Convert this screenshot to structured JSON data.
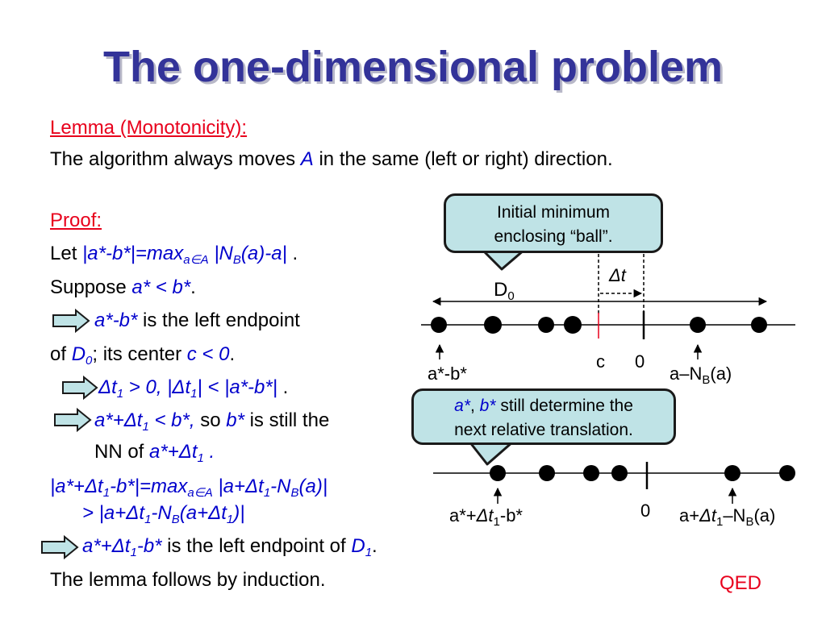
{
  "slide": {
    "title": "The one-dimensional problem",
    "lemma_heading": "Lemma (Monotonicity):",
    "lemma_prefix": "The algorithm always moves ",
    "lemma_var": "A",
    "lemma_suffix": " in the same (left or right) direction.",
    "proof_heading": "Proof:",
    "qed": "QED"
  },
  "proof": {
    "let_prefix": "Let ",
    "let_formula": "|a*-b*|=max",
    "let_sub": "a∈A",
    "let_nb": " |N",
    "let_nb_sub": "B",
    "let_tail": "(a)-a|",
    "let_end": " .",
    "suppose_prefix": "Suppose  ",
    "suppose_formula": "a* < b*",
    "suppose_end": ".",
    "step1_formula": "a*-b*",
    "step1_text": " is the left endpoint",
    "step1b_prefix": "of ",
    "step1b_d": "D",
    "step1b_d_sub": "0",
    "step1b_mid": "; its center ",
    "step1b_c": "c < 0",
    "step1b_end": ".",
    "step2_a": "Δt",
    "step2_a_sub": "1",
    "step2_b": " > 0, |Δt",
    "step2_b_sub": "1",
    "step2_c": "| < |a*-b*|",
    "step2_end": " .",
    "step3_a": "a*+Δt",
    "step3_a_sub": "1",
    "step3_b": " < b*,",
    "step3_so": " so ",
    "step3_c": "b*",
    "step3_text": " is still the",
    "step3b_prefix": "NN of ",
    "step3b_a": "a*+Δt",
    "step3b_sub": "1",
    "step3b_end": " .",
    "eq1_a": "|a*+Δt",
    "eq1_a_sub": "1",
    "eq1_b": "-b*|=max",
    "eq1_b_sub": "a∈A",
    "eq1_c": " |a+Δt",
    "eq1_c_sub": "1",
    "eq1_d": "-N",
    "eq1_d_sub": "B",
    "eq1_e": "(a)|",
    "eq2_a": "> |a+Δt",
    "eq2_a_sub": "1",
    "eq2_b": "-N",
    "eq2_b_sub": "B",
    "eq2_c": "(a+Δt",
    "eq2_c_sub": "1",
    "eq2_d": ")|",
    "step4_a": "a*+Δt",
    "step4_a_sub": "1",
    "step4_b": "-b*",
    "step4_text": " is the left endpoint of ",
    "step4_d": "D",
    "step4_d_sub": "1",
    "step4_end": ".",
    "induction": "The lemma follows by induction."
  },
  "diagram": {
    "callout1_line1": "Initial minimum",
    "callout1_line2": "enclosing “ball”.",
    "delta_t": "Δt",
    "d0": "D",
    "d0_sub": "0",
    "label_ab": "a*-b*",
    "label_c": "c",
    "label_zero1": "0",
    "label_anb": "a–N",
    "label_anb_sub": "B",
    "label_anb_tail": "(a)",
    "callout2_a": "a*",
    "callout2_sep": ", ",
    "callout2_b": "b*",
    "callout2_text": " still determine the",
    "callout2_line2": "next relative translation.",
    "label_ab2_a": "a*+",
    "label_ab2_dt": "Δt",
    "label_ab2_sub": "1",
    "label_ab2_b": "-b*",
    "label_zero2": "0",
    "label_anb2_a": "a+",
    "label_anb2_dt": "Δt",
    "label_anb2_sub": "1",
    "label_anb2_b": "–N",
    "label_anb2_sub2": "B",
    "label_anb2_c": "(a)"
  },
  "colors": {
    "title": "#333399",
    "accent_red": "#e8001c",
    "math_blue": "#0000cc",
    "callout_fill": "#bfe3e6"
  }
}
